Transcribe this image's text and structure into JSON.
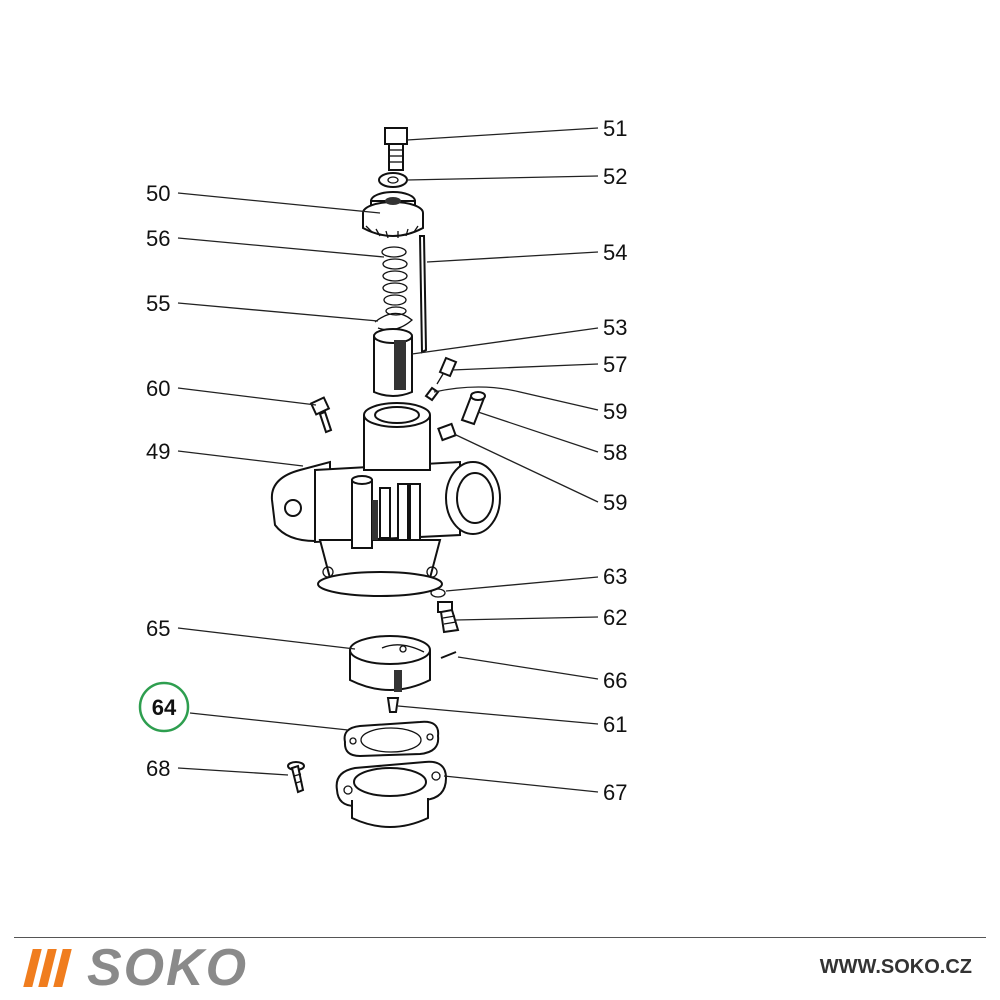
{
  "diagram": {
    "callouts": {
      "c51": "51",
      "c52": "52",
      "c50": "50",
      "c56": "56",
      "c54": "54",
      "c55": "55",
      "c53": "53",
      "c57": "57",
      "c60": "60",
      "c59a": "59",
      "c58": "58",
      "c49": "49",
      "c59b": "59",
      "c63": "63",
      "c62": "62",
      "c65": "65",
      "c66": "66",
      "c64": "64",
      "c61": "61",
      "c68": "68",
      "c67": "67"
    },
    "highlighted_callout": "64",
    "highlight_color": "#2e9e4f"
  },
  "footer": {
    "brand": "SOKO",
    "brand_color": "#8a8a8a",
    "bars_color": "#f07d1e",
    "url": "WWW.SOKO.CZ"
  }
}
